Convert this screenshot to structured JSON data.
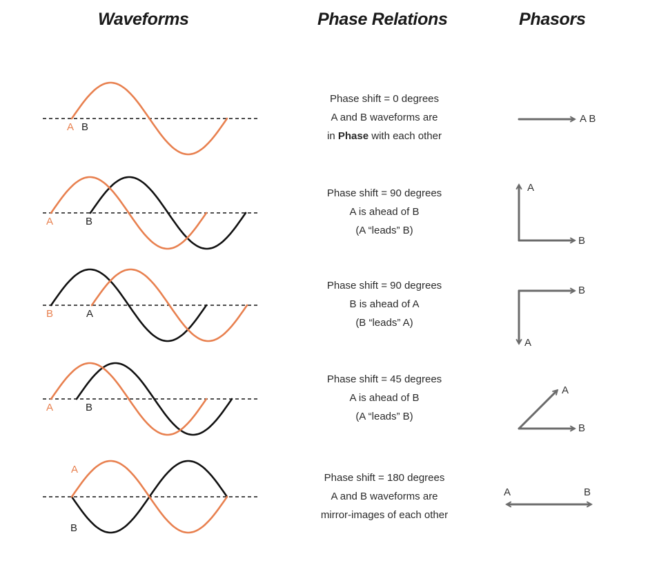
{
  "headings": {
    "waveforms": "Waveforms",
    "relations": "Phase Relations",
    "phasors": "Phasors"
  },
  "colors": {
    "waveform_a": "#E8804F",
    "waveform_b": "#111111",
    "axis": "#111111",
    "phasor": "#6b6b6b"
  },
  "rows": [
    {
      "shift_deg": 0,
      "lines": [
        "Phase shift = 0 degrees",
        "A and B waveforms are"
      ],
      "line3_pre": "in ",
      "line3_bold": "Phase",
      "line3_post": " with each other",
      "wave_label_a": "A",
      "wave_label_b": "B",
      "phasor_label": "A B"
    },
    {
      "shift_deg": 90,
      "lines": [
        "Phase shift = 90 degrees",
        "A is ahead of B",
        "(A “leads” B)"
      ],
      "wave_label_a": "A",
      "wave_label_b": "B",
      "phasor_label_a": "A",
      "phasor_label_b": "B"
    },
    {
      "shift_deg": 90,
      "lines": [
        "Phase shift = 90 degrees",
        "B is ahead of A",
        "(B “leads” A)"
      ],
      "wave_label_orange": "B",
      "wave_label_black": "A",
      "phasor_label_a": "A",
      "phasor_label_b": "B"
    },
    {
      "shift_deg": 45,
      "lines": [
        "Phase shift = 45 degrees",
        "A is ahead of B",
        "(A “leads” B)"
      ],
      "wave_label_a": "A",
      "wave_label_b": "B",
      "phasor_label_a": "A",
      "phasor_label_b": "B"
    },
    {
      "shift_deg": 180,
      "lines": [
        "Phase shift = 180 degrees",
        "A and B waveforms are",
        "mirror-images of each other"
      ],
      "wave_label_a": "A",
      "wave_label_b": "B",
      "phasor_label_a": "A",
      "phasor_label_b": "B"
    }
  ]
}
